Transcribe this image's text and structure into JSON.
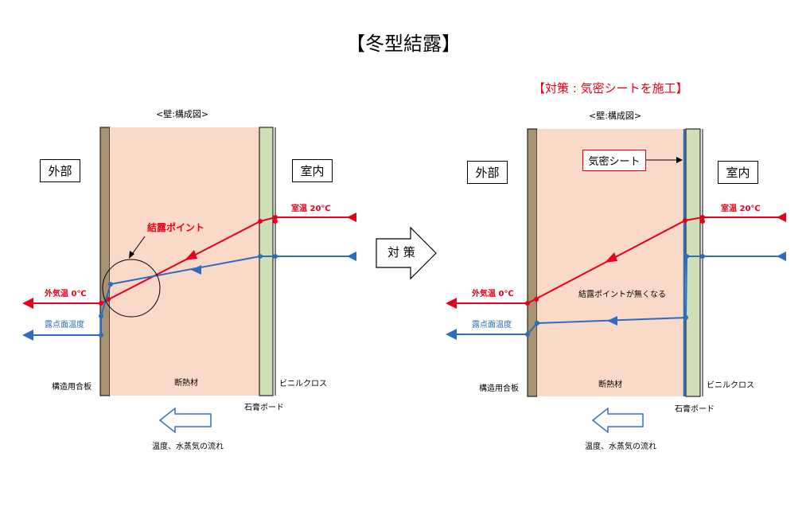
{
  "title": "【冬型結露】",
  "colors": {
    "warm": "#e8001a",
    "dew": "#2e6cbf",
    "insulation": "#f9d9c8",
    "plywood": "#a89370",
    "gypsum": "#cfe0b9",
    "airtight_sheet": "#2e6cbf"
  },
  "left": {
    "structure_label": "<壁:構成図>",
    "outside_label": "外部",
    "inside_label": "室内",
    "outside_temp": "外気温 0℃",
    "room_temp": "室温 20℃",
    "dew_label": "露点面温度",
    "condensation_point": "結露ポイント",
    "plywood_label": "構造用合板",
    "insulation_label": "断熱材",
    "cloth_label": "ビニルクロス",
    "gypsum_label": "石膏ボード",
    "flow_label": "温度、水蒸気の流れ"
  },
  "middle_arrow": {
    "label": "対 策"
  },
  "right": {
    "heading": "【対策 : 気密シートを施工】",
    "structure_label": "<壁:構成図>",
    "outside_label": "外部",
    "inside_label": "室内",
    "sheet_label": "気密シート",
    "outside_temp": "外気温 0℃",
    "room_temp": "室温 20℃",
    "dew_label": "露点面温度",
    "no_condensation": "結露ポイントが無くなる",
    "plywood_label": "構造用合板",
    "insulation_label": "断熱材",
    "cloth_label": "ビニルクロス",
    "gypsum_label": "石膏ボード",
    "flow_label": "温度、水蒸気の流れ"
  }
}
